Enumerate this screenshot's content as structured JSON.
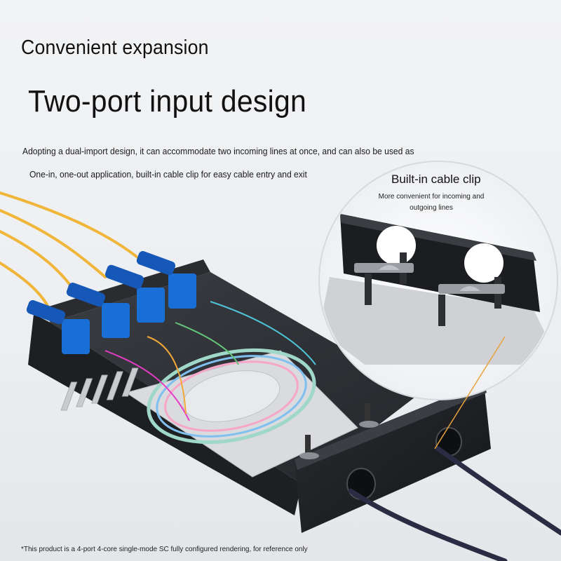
{
  "headline": {
    "small": "Convenient expansion",
    "large": "Two-port input design"
  },
  "description": {
    "line1": "Adopting a dual-import design, it can accommodate two incoming lines at once, and can also be used as",
    "line2": "One-in, one-out application, built-in cable clip for easy cable entry and exit"
  },
  "callout": {
    "title": "Built-in cable clip",
    "subtitle": "More convenient for incoming and outgoing lines"
  },
  "footnote": "*This product is a 4-port 4-core single-mode SC fully configured rendering, for reference only",
  "colors": {
    "connector_blue": "#1a6fd6",
    "patch_cord_yellow": "#f0b63a",
    "box_black": "#1c1d20",
    "callout_line": "#e7a33c"
  }
}
